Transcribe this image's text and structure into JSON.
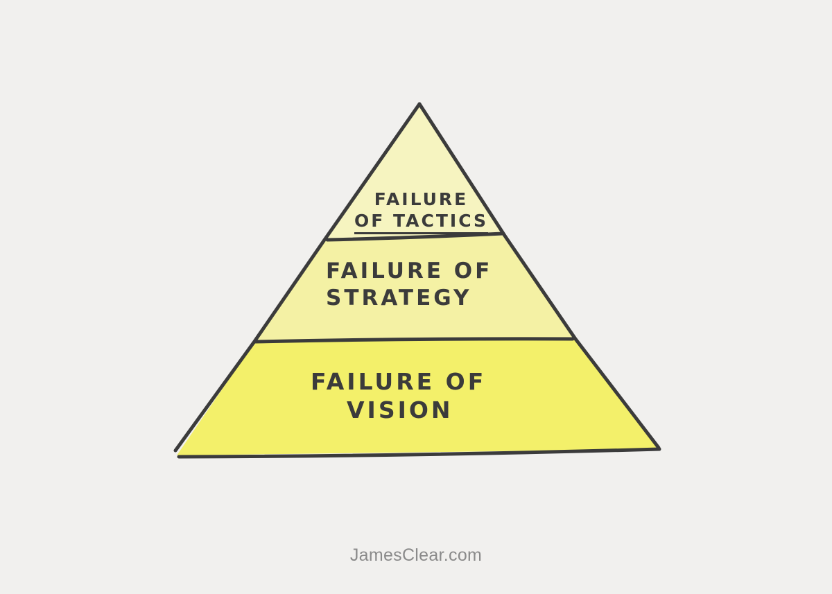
{
  "diagram": {
    "type": "pyramid",
    "background_color": "#f1f0ee",
    "outline_color": "#3b3b3b",
    "tiers": [
      {
        "position": "top",
        "lines": [
          "Failure",
          "of Tactics"
        ],
        "fill_color": "#f6f4c0"
      },
      {
        "position": "middle",
        "lines": [
          "Failure of",
          "Strategy"
        ],
        "fill_color": "#f4f1a4"
      },
      {
        "position": "bottom",
        "lines": [
          "Failure of",
          "Vision"
        ],
        "fill_color": "#f3f06a"
      }
    ]
  },
  "watermark": {
    "text": "JamesClear.com",
    "color": "#8a8a8a"
  }
}
